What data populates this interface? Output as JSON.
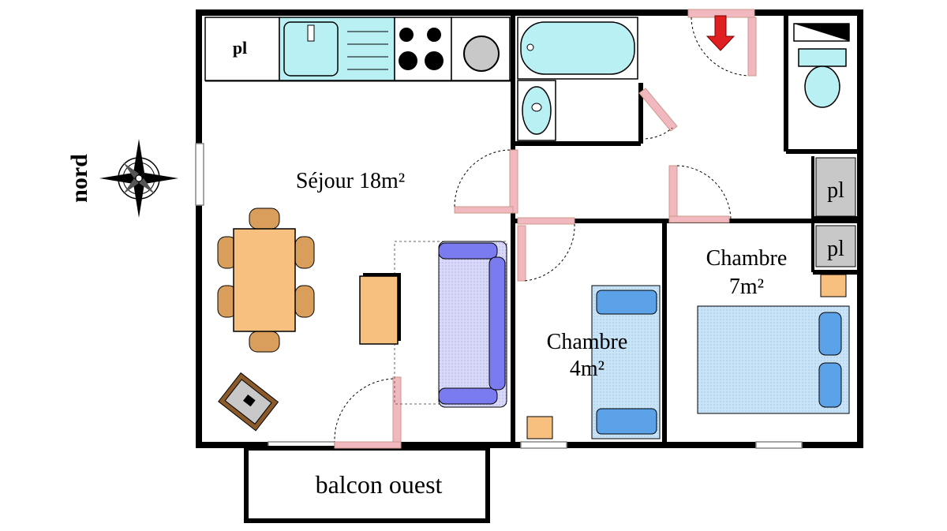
{
  "rooms": {
    "living": "Séjour 18m²",
    "bedroom_small_name": "Chambre",
    "bedroom_small_area": "4m²",
    "bedroom_large_name": "Chambre",
    "bedroom_large_area": "7m²",
    "balcony": "balcon ouest"
  },
  "closets": {
    "kitchen": "pl",
    "hall_upper": "pl",
    "hall_lower": "pl"
  },
  "compass": {
    "label": "nord"
  },
  "icons": {
    "compass": "compass-rose-icon",
    "entrance": "entrance-arrow-icon",
    "sink": "sink-icon",
    "hob": "hob-icon",
    "washer": "washing-machine-icon",
    "bathtub": "bathtub-icon",
    "washbasin": "washbasin-icon",
    "toilet": "toilet-icon",
    "table": "dining-table-icon",
    "sofa": "sofa-icon",
    "bed": "bed-icon",
    "tv": "tv-icon"
  },
  "colors": {
    "wall": "#000000",
    "fixture": "#b9f0f4",
    "furniture": "#f8c07f",
    "chair": "#d99e5c",
    "sofa": "#7b7bf0",
    "bed": "#b5dcf5",
    "door": "#f1b8c0",
    "entrance_arrow": "#e02020"
  }
}
